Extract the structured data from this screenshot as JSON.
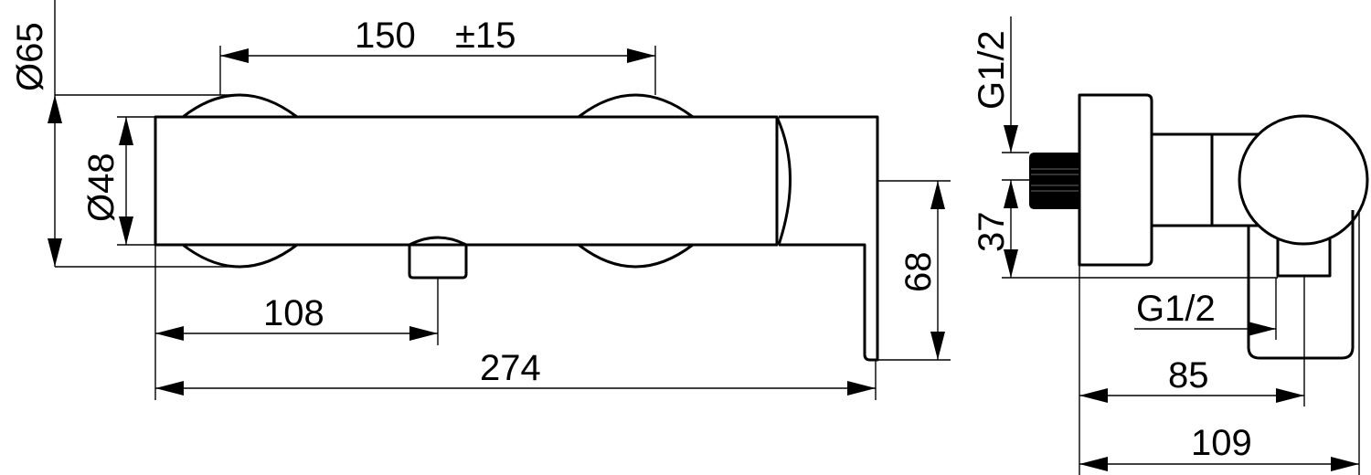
{
  "drawing": {
    "front_view": {
      "dim_spacing": "150",
      "dim_spacing_tol": "±15",
      "dim_outer_diameter": "Ø65",
      "dim_inner_diameter": "Ø48",
      "dim_outlet_offset": "108",
      "dim_overall_length": "274",
      "dim_handle_height": "68"
    },
    "side_view": {
      "dim_inlet_thread": "G1/2",
      "dim_inlet_height": "37",
      "dim_outlet_thread": "G1/2",
      "dim_projection": "85",
      "dim_depth": "109"
    }
  },
  "colors": {
    "line": "#000000",
    "background": "#ffffff"
  }
}
